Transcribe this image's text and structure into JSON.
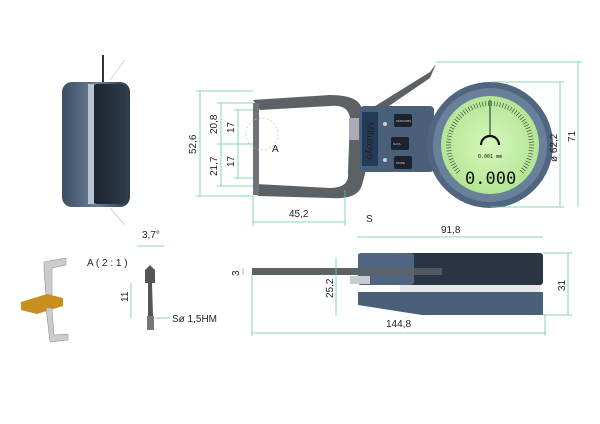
{
  "drawing": {
    "detail_label": "A",
    "section_label": "S",
    "detail_view_title": "A ( 2 : 1 )",
    "brand": "Mitutoyo",
    "display_value": "0.000",
    "resolution": "0.001 mm",
    "dimensions": {
      "overall_height": "52,6",
      "upper_jaw": "20,8",
      "upper_tip": "17",
      "lower_tip": "17",
      "lower_jaw": "21,7",
      "jaw_depth": "45,2",
      "body_length": "91,8",
      "dial_diameter": "ø 62,2",
      "total_height": "71",
      "jaw_thickness": "3",
      "gap": "25,2",
      "body_thickness": "31",
      "total_length": "144,8",
      "tip_angle": "3,7°",
      "tip_length": "11",
      "tip_spec": "Sø 1,5HM"
    },
    "buttons": [
      "ZERO/ABS",
      "DATA",
      "MODE"
    ],
    "colors": {
      "body": "#4a5f78",
      "lcd": "#c4f0a4",
      "arm": "#5c6166",
      "dim": "#5fcf9a",
      "block": "#c8901e"
    }
  }
}
